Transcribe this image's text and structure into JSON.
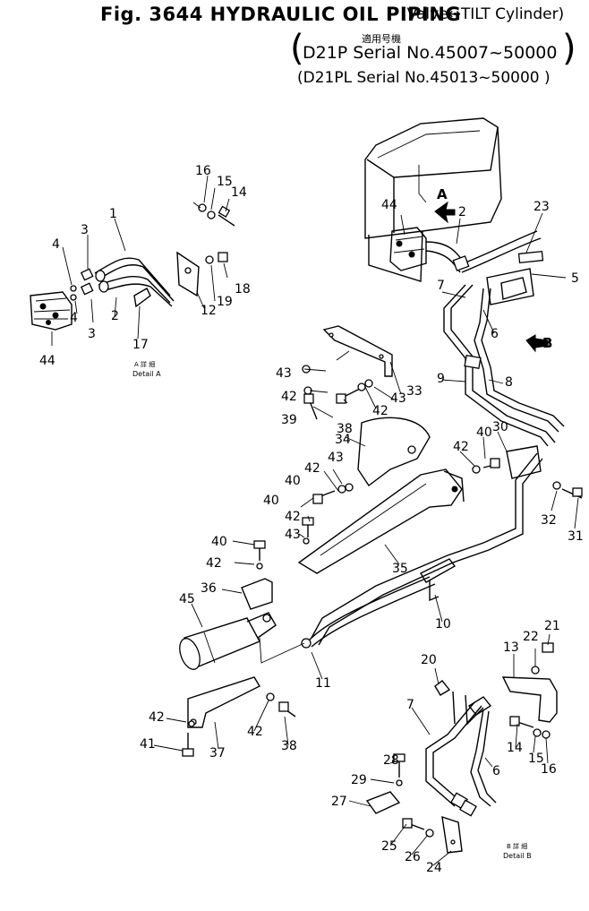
{
  "header": {
    "title": "Fig. 3644 HYDRAULIC OIL PIPING",
    "subtitle": "(Valve↔TILT Cylinder)",
    "applicable_jp": "適用号機",
    "serial_1": "D21P  Serial No.45007~50000",
    "serial_2": "(D21PL Serial No.45013~50000 )"
  },
  "views": {
    "detail_a": {
      "label_jp": "A 詳 細",
      "label_en": "Detail A"
    },
    "detail_b": {
      "label_jp": "B 詳 細",
      "label_en": "Detail B"
    },
    "arrow_a": "A",
    "arrow_b": "B"
  },
  "parts": [
    "1",
    "2",
    "3",
    "3",
    "4",
    "4",
    "12",
    "14",
    "15",
    "16",
    "17",
    "18",
    "19",
    "44",
    "44",
    "2",
    "23",
    "5",
    "7",
    "6",
    "8",
    "9",
    "33",
    "43",
    "42",
    "39",
    "38",
    "42",
    "43",
    "34",
    "42",
    "40",
    "30",
    "43",
    "42",
    "40",
    "32",
    "31",
    "35",
    "40",
    "42",
    "40",
    "42",
    "43",
    "36",
    "45",
    "10",
    "11",
    "42",
    "41",
    "37",
    "38",
    "42",
    "20",
    "22",
    "21",
    "13",
    "7",
    "6",
    "14",
    "15",
    "16",
    "28",
    "29",
    "27",
    "25",
    "26",
    "24"
  ],
  "colors": {
    "ink": "#000000",
    "paper": "#ffffff"
  }
}
